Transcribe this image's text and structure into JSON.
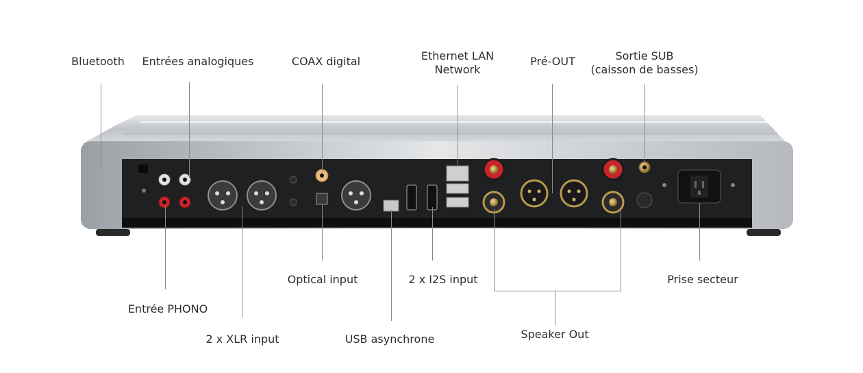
{
  "labels_top": {
    "bluetooth": "Bluetooth",
    "analog_inputs": "Entrées analogiques",
    "coax_digital": "COAX digital",
    "ethernet_line1": "Ethernet LAN",
    "ethernet_line2": "Network",
    "pre_out": "Pré-OUT",
    "sub_line1": "Sortie SUB",
    "sub_line2": "(caisson de basses)"
  },
  "labels_bottom": {
    "phono": "Entrée PHONO",
    "xlr": "2 x XLR input",
    "optical": "Optical input",
    "usb": "USB asynchrone",
    "i2s": "2 x I2S input",
    "speaker_out": "Speaker Out",
    "mains": "Prise secteur"
  },
  "colors": {
    "chassis_silver": "#c9ccd0",
    "panel_black": "#1f2022",
    "rca_red": "#c8252a",
    "gold": "#b99a4c",
    "line": "#8a8a8a"
  }
}
